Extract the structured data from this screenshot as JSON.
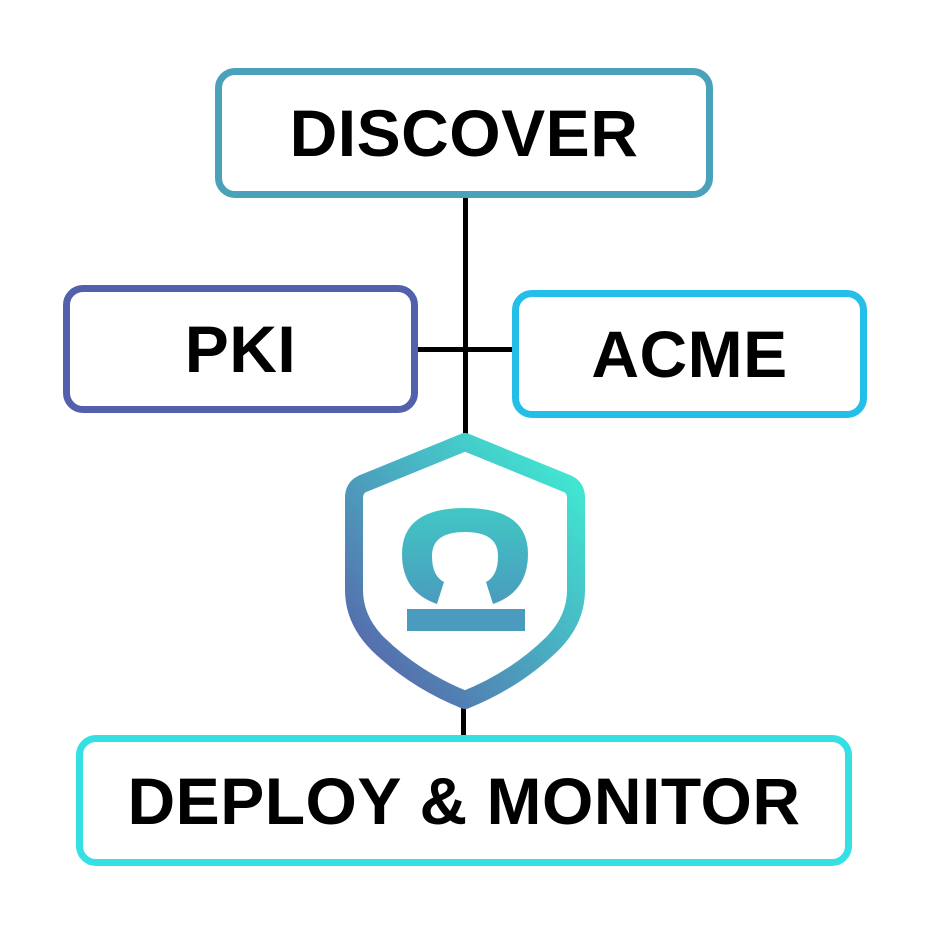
{
  "diagram": {
    "nodes": {
      "discover": {
        "label": "DISCOVER",
        "border_color": "#4aa2ba"
      },
      "pki": {
        "label": "PKI",
        "border_color": "#5361ad"
      },
      "acme": {
        "label": "ACME",
        "border_color": "#23bfe9"
      },
      "deploy_monitor": {
        "label": "DEPLOY & MONITOR",
        "border_color": "#35e0e4"
      }
    },
    "logo": {
      "icon": "shield-keyhole-icon",
      "gradient_start": "#3ff1d5",
      "gradient_mid": "#4aa8c0",
      "gradient_end": "#5a5aa6"
    },
    "connector_color": "#000000"
  }
}
